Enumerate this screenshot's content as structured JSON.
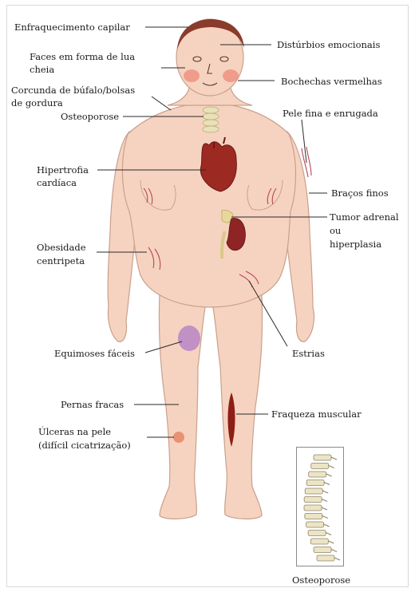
{
  "labels": {
    "hair_thinning": "Enfraquecimento capilar",
    "moon_face_1": "Faces em forma de lua",
    "moon_face_2": "cheia",
    "buffalo_hump_1": "Corcunda de búfalo/bolsas",
    "buffalo_hump_2": "de gordura",
    "osteoporosis_neck": "Osteoporose",
    "emotional": "Distúrbios emocionais",
    "red_cheeks": "Bochechas vermelhas",
    "thin_skin": "Pele fina e enrugada",
    "cardiac_1": "Hipertrofia",
    "cardiac_2": "cardíaca",
    "thin_arms": "Braços finos",
    "adrenal_1": "Tumor adrenal",
    "adrenal_2": "ou",
    "adrenal_3": "hiperplasia",
    "obesity_1": "Obesidade",
    "obesity_2": "centripeta",
    "bruising": "Equimoses fáceis",
    "striae": "Estrias",
    "weak_legs": "Pernas fracas",
    "muscle_weakness": "Fraqueza muscular",
    "ulcers_1": "Úlceras na pele",
    "ulcers_2": "(difícil cicatrização)",
    "osteoporosis_spine": "Osteoporose"
  },
  "colors": {
    "skin": "#f6d3c0",
    "skin_outline": "#c9a08c",
    "hair": "#8a3b2c",
    "heart": "#9c2a22",
    "kidney": "#8f2424",
    "adrenal": "#e8d79a",
    "bruise": "#b784c6",
    "ulcer": "#e88a6a",
    "cheek": "#ee8a7a",
    "striae": "#b4465a",
    "muscle": "#8e1e16",
    "spine_bone": "#ece4c4"
  }
}
